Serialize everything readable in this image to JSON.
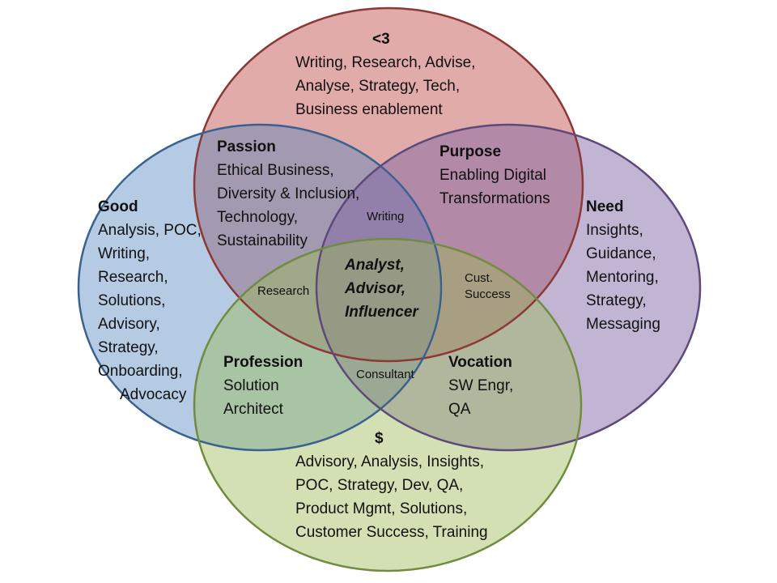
{
  "colors": {
    "red": "#c0504d",
    "blue": "#4f81bd",
    "purple": "#8064a2",
    "green": "#9bbb59"
  },
  "love": {
    "title": "<3",
    "lines": [
      "Writing, Research, Advise,",
      "Analyse, Strategy, Tech,",
      "Business enablement"
    ]
  },
  "good": {
    "title": "Good",
    "lines": [
      "Analysis, POC,",
      "Writing,",
      "Research,",
      "Solutions,",
      "Advisory,",
      "Strategy,",
      "Onboarding,",
      "Advocacy"
    ]
  },
  "need": {
    "title": "Need",
    "lines": [
      "Insights,",
      "Guidance,",
      "Mentoring,",
      "Strategy,",
      "Messaging"
    ]
  },
  "paid": {
    "title": "$",
    "lines": [
      "Advisory, Analysis, Insights,",
      "POC, Strategy, Dev, QA,",
      "Product Mgmt, Solutions,",
      "Customer Success, Training"
    ]
  },
  "passion": {
    "title": "Passion",
    "lines": [
      "Ethical Business,",
      "Diversity & Inclusion,",
      "Technology,",
      "Sustainability"
    ]
  },
  "purpose": {
    "title": "Purpose",
    "lines": [
      "Enabling Digital",
      "Transformations"
    ]
  },
  "profession": {
    "title": "Profession",
    "lines": [
      "Solution",
      "Architect"
    ]
  },
  "vocation": {
    "title": "Vocation",
    "lines": [
      "SW Engr,",
      "QA"
    ]
  },
  "overlaps": {
    "writing": "Writing",
    "research": "Research",
    "cust_success": [
      "Cust.",
      "Success"
    ],
    "consultant": "Consultant"
  },
  "center": [
    "Analyst,",
    "Advisor,",
    "Influencer"
  ]
}
